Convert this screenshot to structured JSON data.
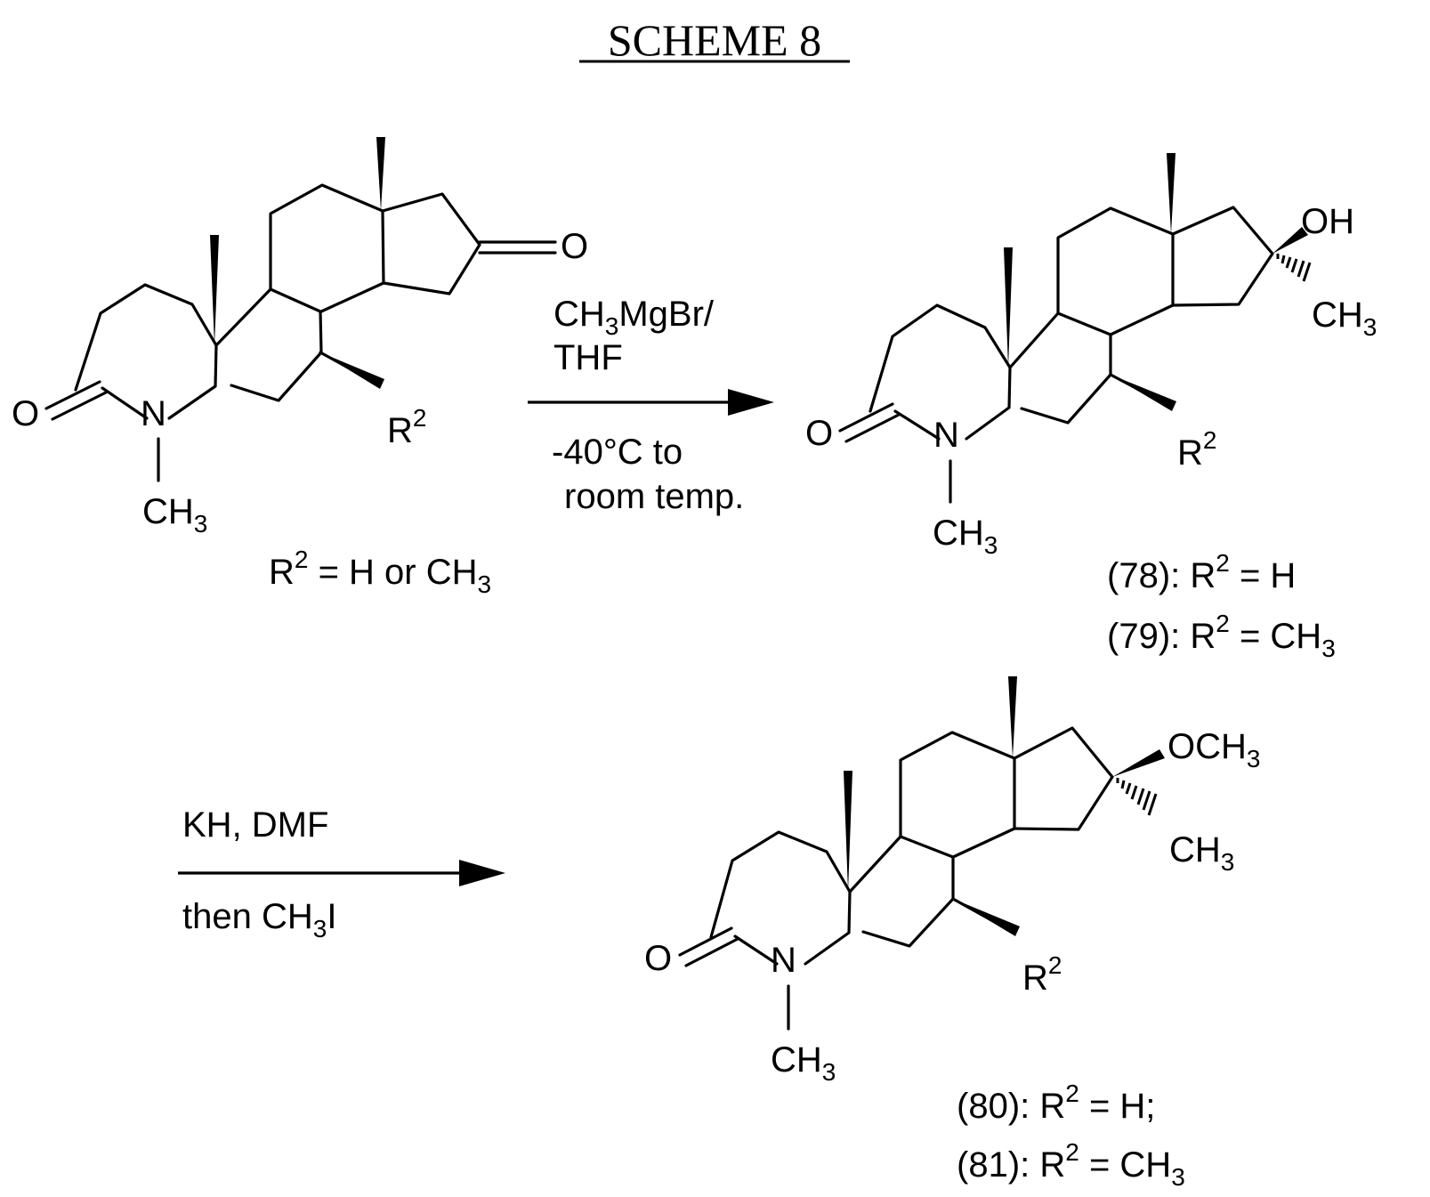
{
  "title": "SCHEME 8",
  "atoms": {
    "carbonyl_o": "O",
    "nitrogen": "N",
    "ketone_o": "O",
    "methyl": "CH",
    "methyl_sub": "3",
    "r_group": "R",
    "r_sup": "2",
    "hydroxyl": "OH",
    "methoxy": "OCH",
    "methoxy_sub": "3"
  },
  "starting_material": {
    "definition_lead": "R",
    "definition_sup": "2",
    "definition_mid": " = H or CH",
    "definition_sub": "3"
  },
  "step1": {
    "reagent_line1_a": "CH",
    "reagent_line1_sub": "3",
    "reagent_line1_b": "MgBr/",
    "reagent_line2": "THF",
    "conditions_line1": "-40°C to",
    "conditions_line2": "room temp."
  },
  "step2": {
    "reagent_line1": "KH, DMF",
    "conditions_line1_a": "then CH",
    "conditions_line1_sub": "3",
    "conditions_line1_b": "I"
  },
  "product_a": {
    "line1_lead": "(78): R",
    "line1_sup": "2",
    "line1_tail": " = H",
    "line2_lead": "(79): R",
    "line2_sup": "2",
    "line2_tail": " = CH",
    "line2_sub": "3"
  },
  "product_b": {
    "line1_lead": "(80): R",
    "line1_sup": "2",
    "line1_tail": " = H;",
    "line2_lead": "(81): R",
    "line2_sup": "2",
    "line2_tail": " = CH",
    "line2_sub": "3"
  }
}
